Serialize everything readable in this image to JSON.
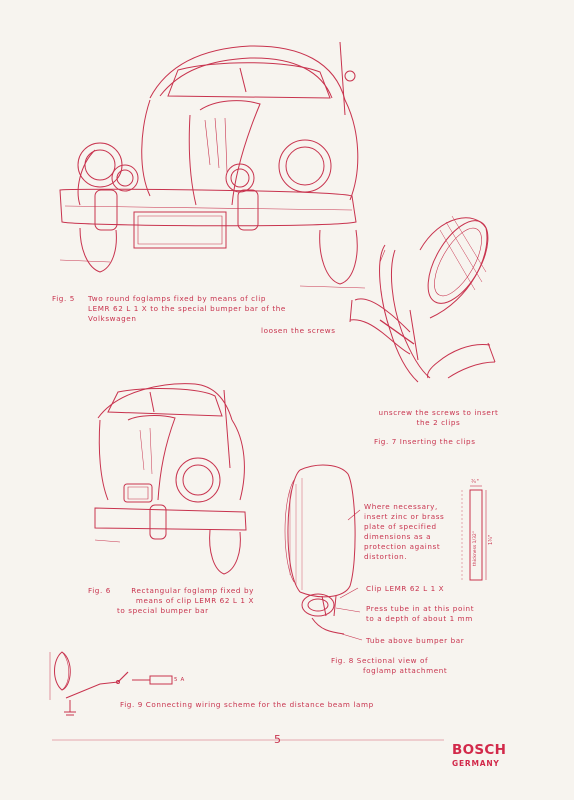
{
  "fig5": {
    "number": "Fig. 5",
    "lines": [
      "Two round foglamps fixed by means of clip",
      "LEMR 62 L 1 X to the special bumper bar of the",
      "Volkswagen"
    ]
  },
  "fig7": {
    "label_loosen": "loosen the screws",
    "label_unscrew": [
      "unscrew the screws to insert",
      "the 2 clips"
    ],
    "caption": "Fig. 7  Inserting the clips"
  },
  "fig6": {
    "number": "Fig. 6",
    "lines": [
      "Rectangular foglamp fixed by",
      "means of clip LEMR 62 L 1 X",
      "to special bumper bar"
    ]
  },
  "fig8": {
    "note": [
      "Where necessary,",
      "insert zinc or brass",
      "plate of specified",
      "dimensions as a",
      "protection against",
      "distortion."
    ],
    "clip_label": "Clip LEMR 62 L 1 X",
    "press_label": [
      "Press tube in at this point",
      "to a depth of about 1 mm"
    ],
    "tube_label": "Tube above bumper bar",
    "caption": [
      "Fig. 8  Sectional view of",
      "foglamp attachment"
    ],
    "dim_top": "¾\"",
    "dim_side": "1¾\"",
    "thickness": "thickness 1/32\""
  },
  "fig9": {
    "caption": "Fig. 9  Connecting wiring scheme for the distance beam lamp",
    "fuse": "5 A"
  },
  "page_number": "5",
  "brand": {
    "name": "BOSCH",
    "country": "GERMANY"
  },
  "colors": {
    "ink": "#c8334e",
    "paper": "#f7f4ef",
    "brand": "#d2294a"
  }
}
